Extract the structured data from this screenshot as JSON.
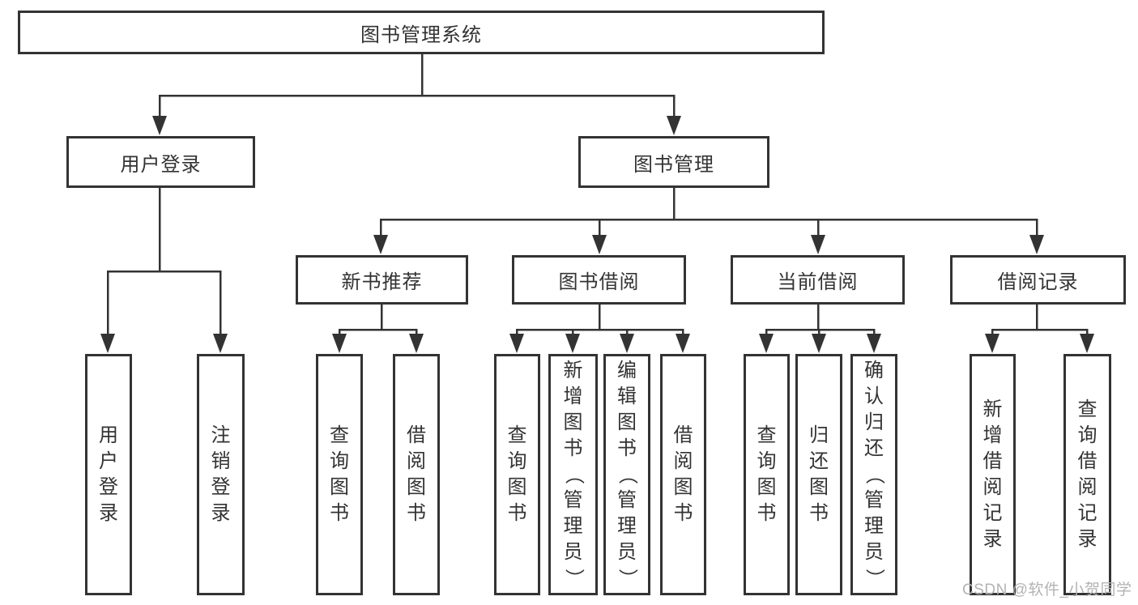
{
  "diagram": {
    "title": "图书管理系统",
    "root": {
      "label": "图书管理系统"
    },
    "branches": [
      {
        "label": "用户登录",
        "children": [
          {
            "label": "用户登录"
          },
          {
            "label": "注销登录"
          }
        ]
      },
      {
        "label": "图书管理",
        "children": [
          {
            "label": "新书推荐",
            "children": [
              {
                "label": "查询图书"
              },
              {
                "label": "借阅图书"
              }
            ]
          },
          {
            "label": "图书借阅",
            "children": [
              {
                "label": "查询图书"
              },
              {
                "label": "新增图书（管理员）"
              },
              {
                "label": "编辑图书（管理员）"
              },
              {
                "label": "借阅图书"
              }
            ]
          },
          {
            "label": "当前借阅",
            "children": [
              {
                "label": "查询图书"
              },
              {
                "label": "归还图书"
              },
              {
                "label": "确认归还（管理员）"
              }
            ]
          },
          {
            "label": "借阅记录",
            "children": [
              {
                "label": "新增借阅记录"
              },
              {
                "label": "查询借阅记录"
              }
            ]
          }
        ]
      }
    ]
  },
  "watermark": {
    "text": "CSDN @软件_小贺同学",
    "color": "#b3b3b3"
  },
  "colors": {
    "line": "#333333",
    "text": "#333333",
    "background": "#ffffff"
  }
}
